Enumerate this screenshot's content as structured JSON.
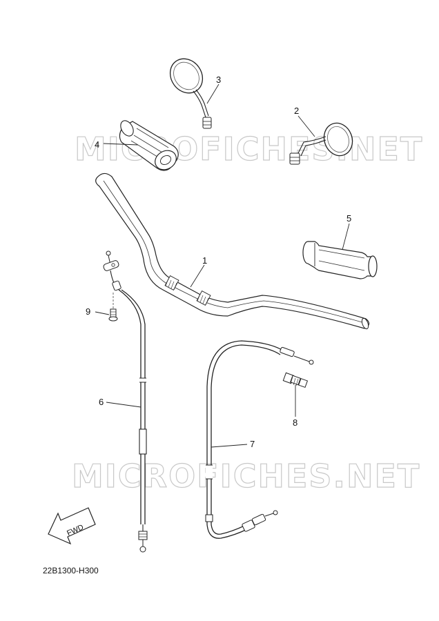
{
  "watermarks": [
    "MICROFICHES.NET",
    "MICROFICHES.NET"
  ],
  "diagram_code": "22B1300-H300",
  "fwd_label": "FWD",
  "callouts": [
    "1",
    "2",
    "3",
    "4",
    "5",
    "6",
    "7",
    "8",
    "9"
  ]
}
